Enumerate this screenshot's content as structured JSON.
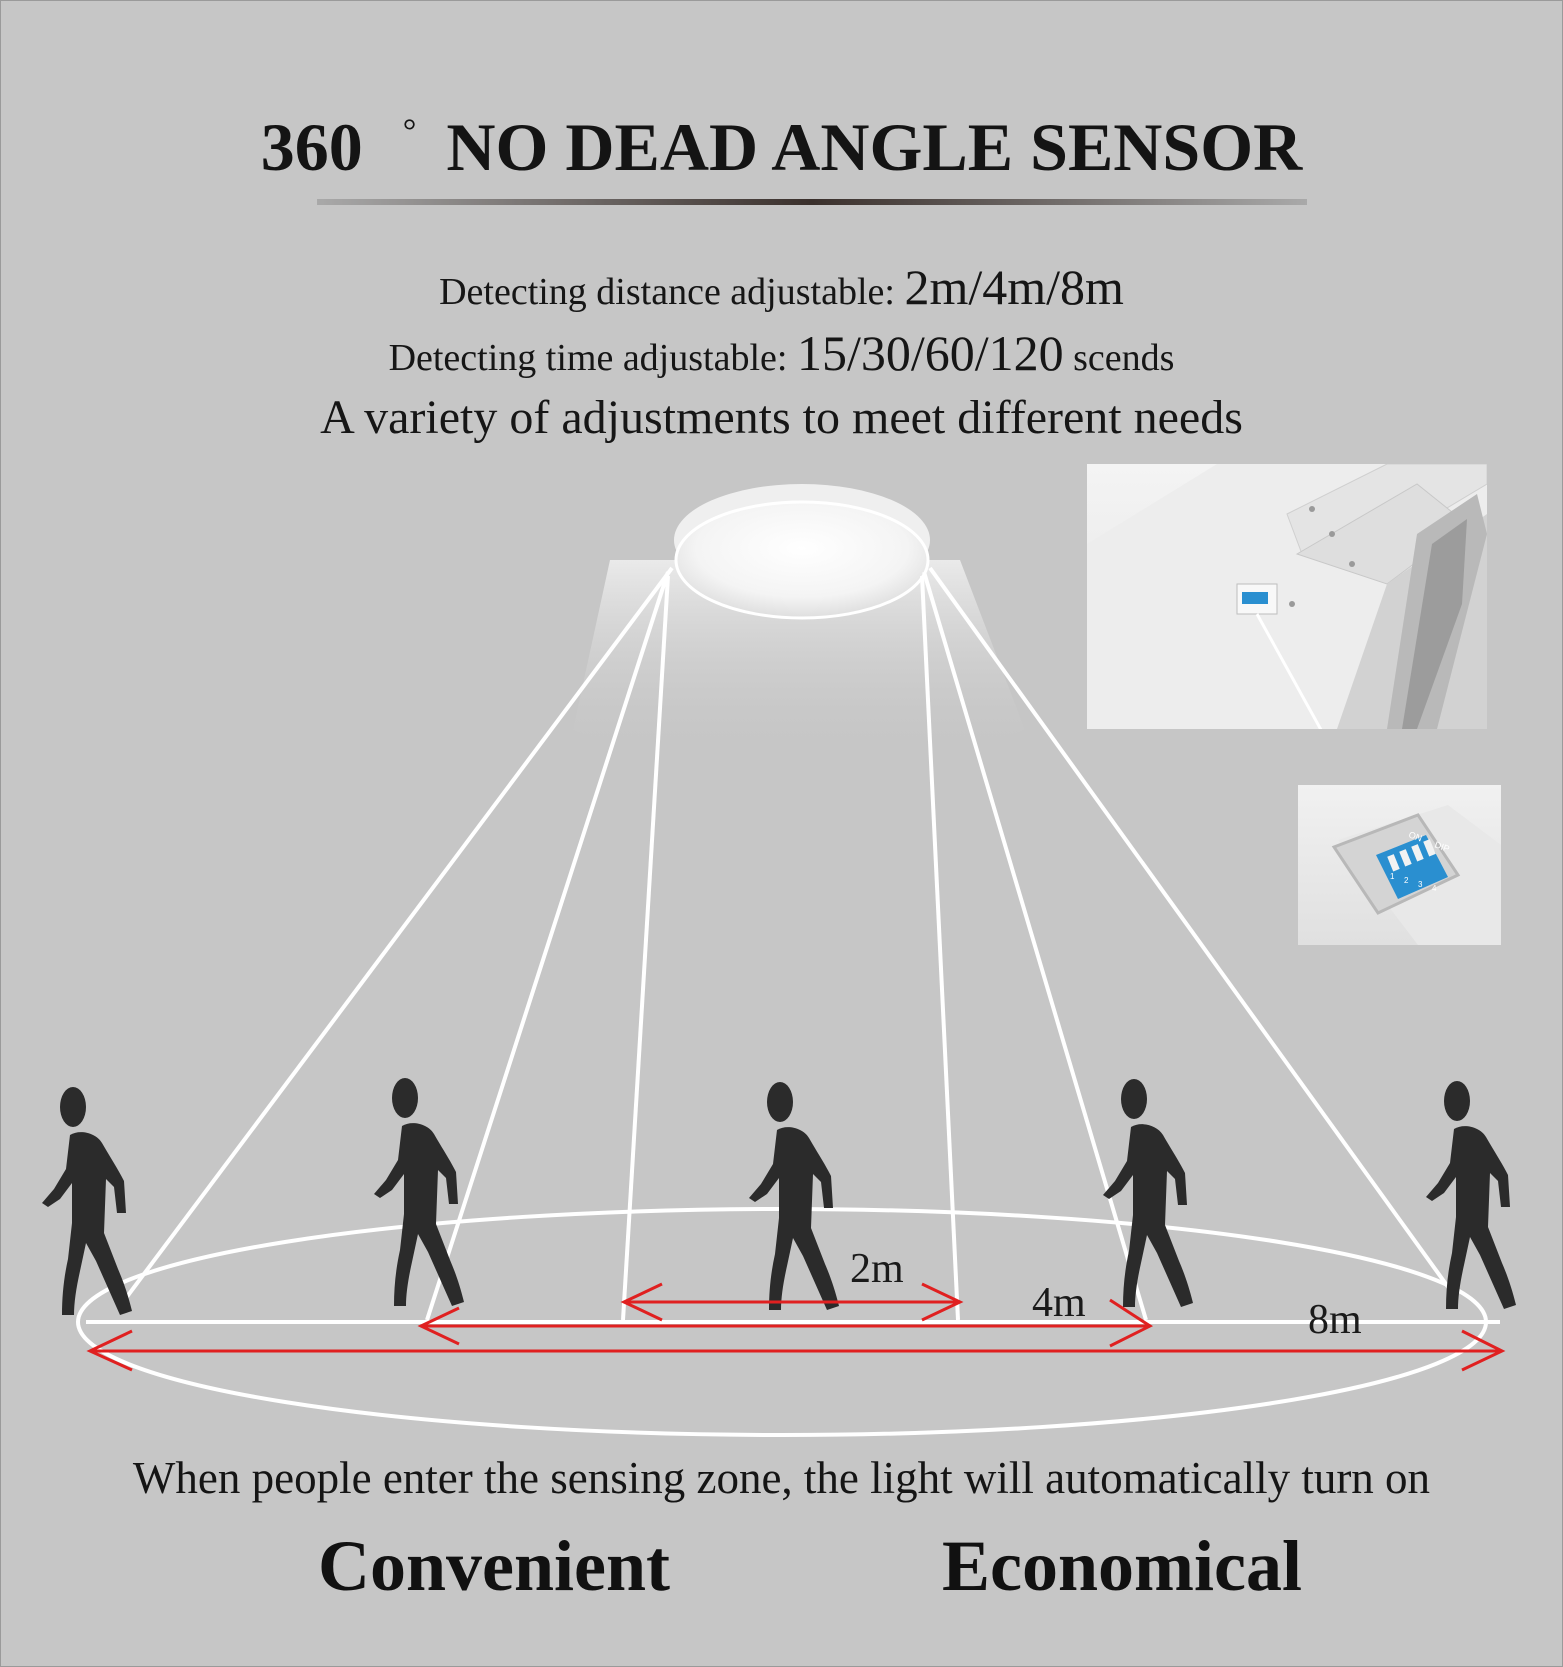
{
  "header": {
    "title_number": "360",
    "title_degree": "°",
    "title_text": "NO DEAD ANGLE SENSOR"
  },
  "specs": {
    "distance_label": "Detecting distance  adjustable:",
    "distance_values": "2m/4m/8m",
    "time_label": "Detecting time adjustable:",
    "time_values": "15/30/60/120",
    "time_unit": "scends",
    "tagline": "A variety of adjustments to meet different needs"
  },
  "diagram": {
    "range_2m": "2m",
    "range_4m": "4m",
    "range_8m": "8m",
    "dip_labels": {
      "on": "ON",
      "dip": "DIP",
      "numbers": [
        "1",
        "2",
        "3",
        "4"
      ]
    }
  },
  "footer": {
    "description": "When people enter the sensing zone, the light will automatically turn on",
    "benefit_left": "Convenient",
    "benefit_right": "Economical"
  },
  "colors": {
    "background": "#c6c6c6",
    "beam": "#ffffff",
    "arrow": "#e02020",
    "figure": "#2b2b2b",
    "dip_switch": "#2a8fd0"
  },
  "icons": [
    "walking-person-icon",
    "ceiling-light-icon",
    "dip-switch-icon"
  ]
}
